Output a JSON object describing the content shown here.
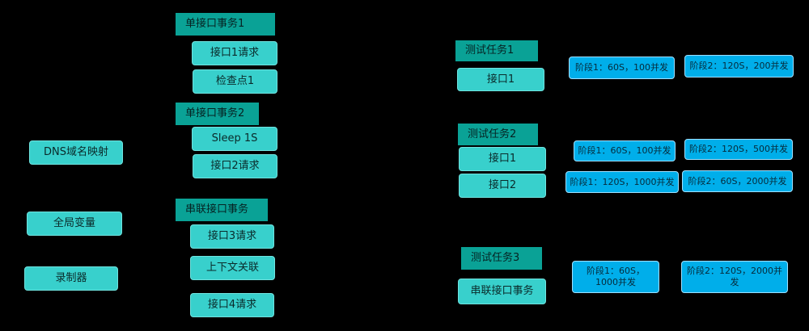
{
  "left": {
    "dns": "DNS域名映射",
    "globals": "全局变量",
    "recorder": "录制器"
  },
  "middle": {
    "tx1_header": "单接口事务1",
    "tx1_items": [
      "接口1请求",
      "检查点1"
    ],
    "tx2_header": "单接口事务2",
    "tx2_items": [
      "Sleep 1S",
      "接口2请求"
    ],
    "tx3_header": "串联接口事务",
    "tx3_items": [
      "接口3请求",
      "上下文关联",
      "接口4请求"
    ]
  },
  "tasks": [
    {
      "header": "测试任务1",
      "items": [
        "接口1"
      ],
      "phases": [
        "阶段1：60S，100并发",
        "阶段2：120S，200并发"
      ]
    },
    {
      "header": "测试任务2",
      "items": [
        "接口1",
        "接口2"
      ],
      "phases": [
        "阶段1：60S，100并发",
        "阶段2：120S，500并发",
        "阶段1：120S，1000并发",
        "阶段2：60S，2000并发"
      ]
    },
    {
      "header": "测试任务3",
      "items": [
        "串联接口事务"
      ],
      "phases": [
        "阶段1：60S，1000并发",
        "阶段2：120S，2000并发"
      ]
    }
  ]
}
